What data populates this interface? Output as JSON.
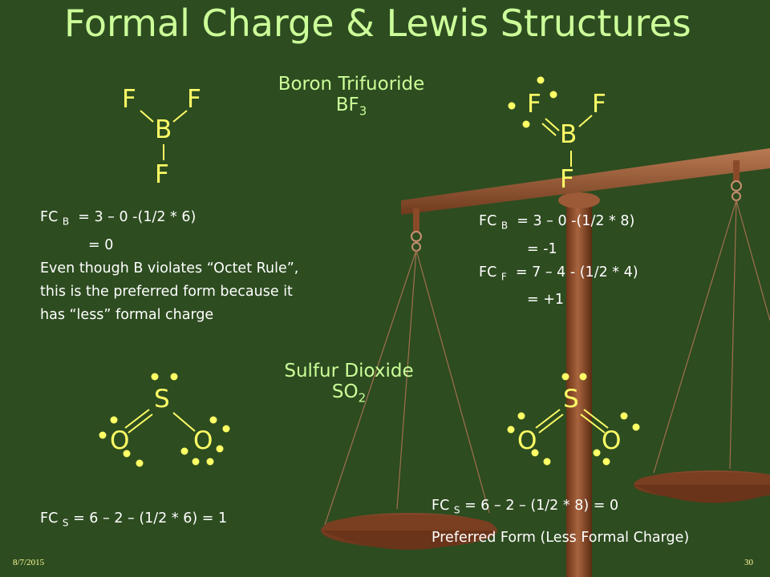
{
  "slide": {
    "title": "Formal Charge & Lewis Structures",
    "bf3_name": "Boron Trifuoride",
    "bf3_formula_main": "BF",
    "bf3_formula_sub": "3",
    "so2_name": "Sulfur Dioxide",
    "so2_formula_main": "SO",
    "so2_formula_sub": "2",
    "date": "8/7/2015",
    "page_number": "30"
  },
  "molecules": {
    "atom_f": "F",
    "atom_b": "B",
    "atom_s": "S",
    "atom_o": "O"
  },
  "left_bf3_calc": {
    "line1_fc": "FC",
    "line1_sub": "B",
    "line1_rest": "=  3 – 0 -(1/2 * 6)",
    "line2": "=  0",
    "line3": "Even though B violates “Octet Rule”,",
    "line4": "this is the preferred form because it",
    "line5": "has “less” formal charge"
  },
  "right_bf3_calc": {
    "line1_fc": "FC",
    "line1_sub": "B",
    "line1_rest": "=  3 – 0 -(1/2 * 8)",
    "line2": "=  -1",
    "line3_fc": "FC",
    "line3_sub": "F",
    "line3_rest": "=  7 – 4  -  (1/2 * 4)",
    "line4": "=  +1"
  },
  "left_so2_calc": {
    "fc": "FC",
    "sub": "S",
    "rest": "= 6 – 2 – (1/2 * 6)  =  1"
  },
  "right_so2_calc": {
    "fc": "FC",
    "sub": "S",
    "rest": "= 6 – 2 – (1/2 * 8)  =  0",
    "note": "Preferred Form (Less Formal Charge)"
  },
  "colors": {
    "background": "#2d4c20",
    "title": "#ccff99",
    "atoms": "#ffff66",
    "text": "#ffffff",
    "scale_wood": "#8b4a2b"
  }
}
